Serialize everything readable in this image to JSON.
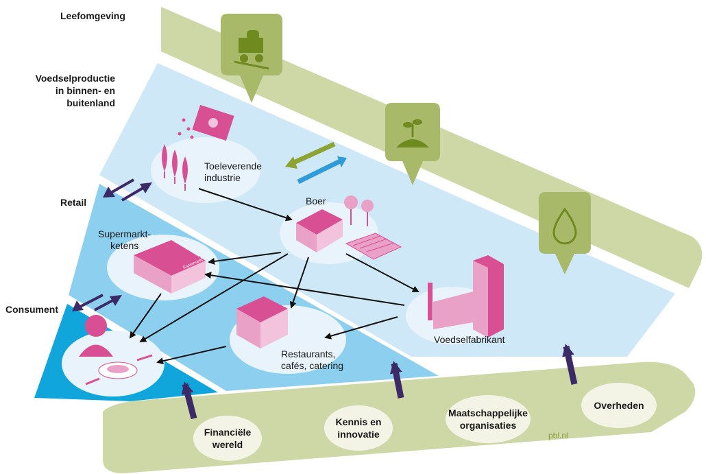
{
  "layers": {
    "leefomgeving": "Leefomgeving",
    "voedselproductie": [
      "Voedselproductie",
      "in binnen- en",
      "buitenland"
    ],
    "retail": "Retail",
    "consument": "Consument"
  },
  "nodes": {
    "toeleverende": [
      "Toeleverende",
      "industrie"
    ],
    "boer": "Boer",
    "supermarkt": [
      "Supermarkt-",
      "ketens"
    ],
    "restaurants": [
      "Restaurants,",
      "cafés, catering"
    ],
    "voedselfabrikant": "Voedselfabrikant",
    "supermarket_sign": "Supermarkt"
  },
  "stakeholders": {
    "financiele": [
      "Financiële",
      "wereld"
    ],
    "kennis": [
      "Kennis en",
      "innovatie"
    ],
    "maatschappelijke": [
      "Maatschappelijke",
      "organisaties"
    ],
    "overheden": "Overheden"
  },
  "credit": "pbl.nl",
  "icons": [
    "soil-truck-icon",
    "plant-soil-icon",
    "water-drop-icon",
    "seed-bag-icon",
    "wheat-icon"
  ],
  "colors": {
    "env_green": "#cdd8a6",
    "pin_green": "#a8b96a",
    "production_blue": "#cfe8f7",
    "retail_blue": "#8ccfef",
    "consumer_blue": "#10a6dc",
    "pink": "#d94f93",
    "building_pink": "#eaa1c7",
    "arrow_purple": "#3b2a66",
    "arrow_olive": "#8da332",
    "arrow_blue": "#2f9bd8"
  }
}
